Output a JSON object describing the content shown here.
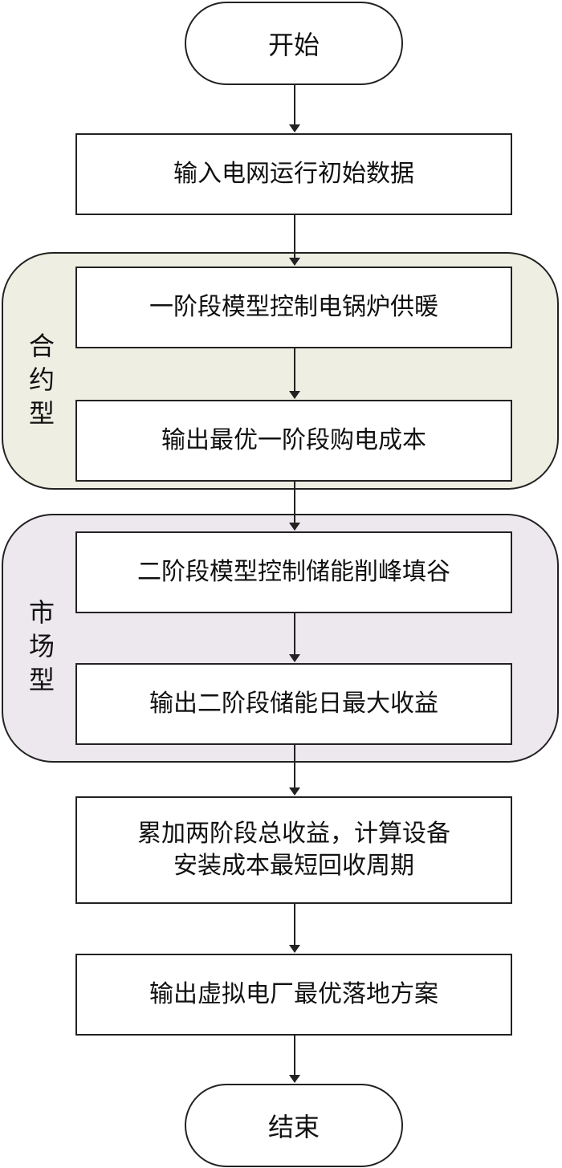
{
  "colors": {
    "stroke": "#222222",
    "group1_fill": "#efeee3",
    "group2_fill": "#ede8ee"
  },
  "start": "开始",
  "steps": {
    "input": "输入电网运行初始数据",
    "stage1_control": "一阶段模型控制电锅炉供暖",
    "stage1_output": "输出最优一阶段购电成本",
    "stage2_control": "二阶段模型控制储能削峰填谷",
    "stage2_output": "输出二阶段储能日最大收益",
    "accumulate": "累加两阶段总收益，计算设备\n安装成本最短回收周期",
    "final_output": "输出虚拟电厂最优落地方案"
  },
  "groups": {
    "contract": "合约型",
    "market": "市场型"
  },
  "end": "结束"
}
